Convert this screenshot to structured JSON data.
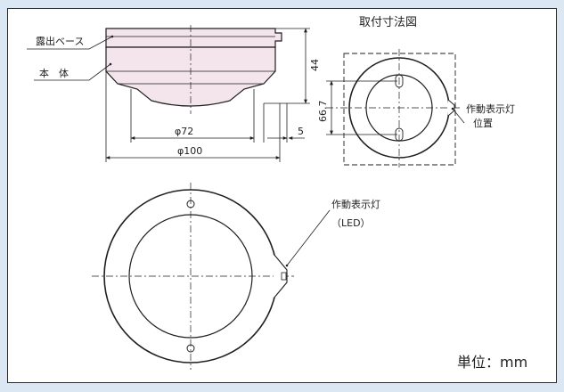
{
  "colors": {
    "background": "#dbe8f3",
    "panel": "#ffffff",
    "line": "#1f1f1f",
    "body_fill": "#f4e4ec",
    "ring_fill": "#ffffff"
  },
  "labels": {
    "exposed_base": "露出ベース",
    "main_body": "本　体",
    "mounting_title": "取付寸法図",
    "indicator_lamp": "作動表示灯",
    "indicator_position": "位置",
    "indicator_lamp_bottom": "作動表示灯",
    "led": "（LED）",
    "unit": "単位：mm"
  },
  "dimensions": {
    "height": "44",
    "inner_diameter": "φ72",
    "outer_diameter": "φ100",
    "offset": "5",
    "hole_pitch": "66.7"
  }
}
